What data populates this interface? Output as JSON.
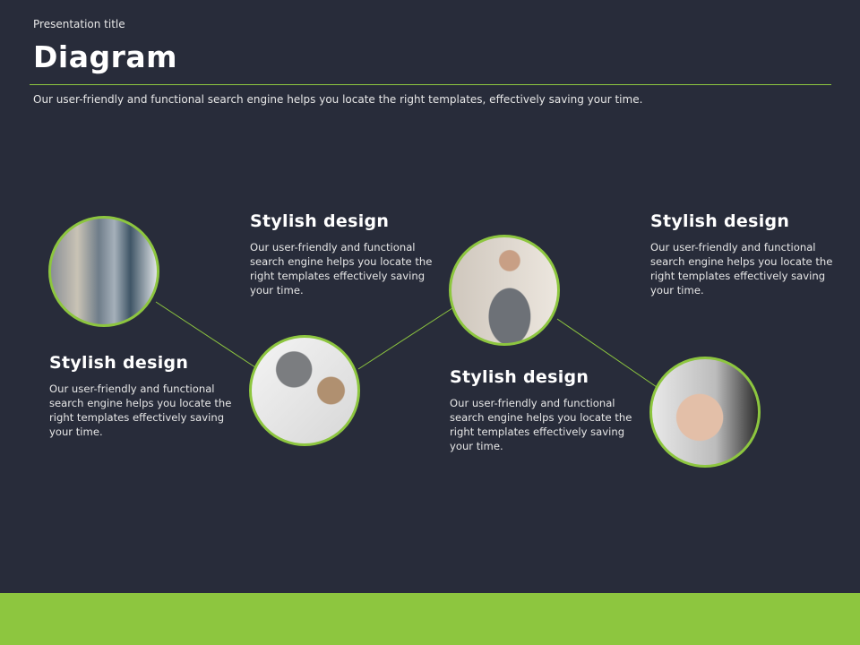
{
  "header": {
    "kicker": "Presentation title",
    "title": "Diagram",
    "subtitle": "Our user-friendly and functional search engine helps you locate the right templates, effectively saving your time."
  },
  "colors": {
    "background": "#282c3a",
    "accent": "#8dc63f"
  },
  "steps": [
    {
      "photo": "city-skyscrapers-photo",
      "heading": "Stylish design",
      "text": "Our user-friendly and functional search engine helps you locate the right templates effectively saving your time."
    },
    {
      "photo": "team-handshake-photo",
      "heading": "Stylish design",
      "text": "Our user-friendly and functional search engine helps you locate the right templates effectively saving your time."
    },
    {
      "photo": "woman-on-phone-photo",
      "heading": "Stylish design",
      "text": "Our user-friendly and functional search engine helps you locate the right templates effectively saving your time."
    },
    {
      "photo": "applauding-audience-photo",
      "heading": "Stylish design",
      "text": "Our user-friendly and functional search engine helps you locate the right templates effectively saving your time."
    }
  ]
}
